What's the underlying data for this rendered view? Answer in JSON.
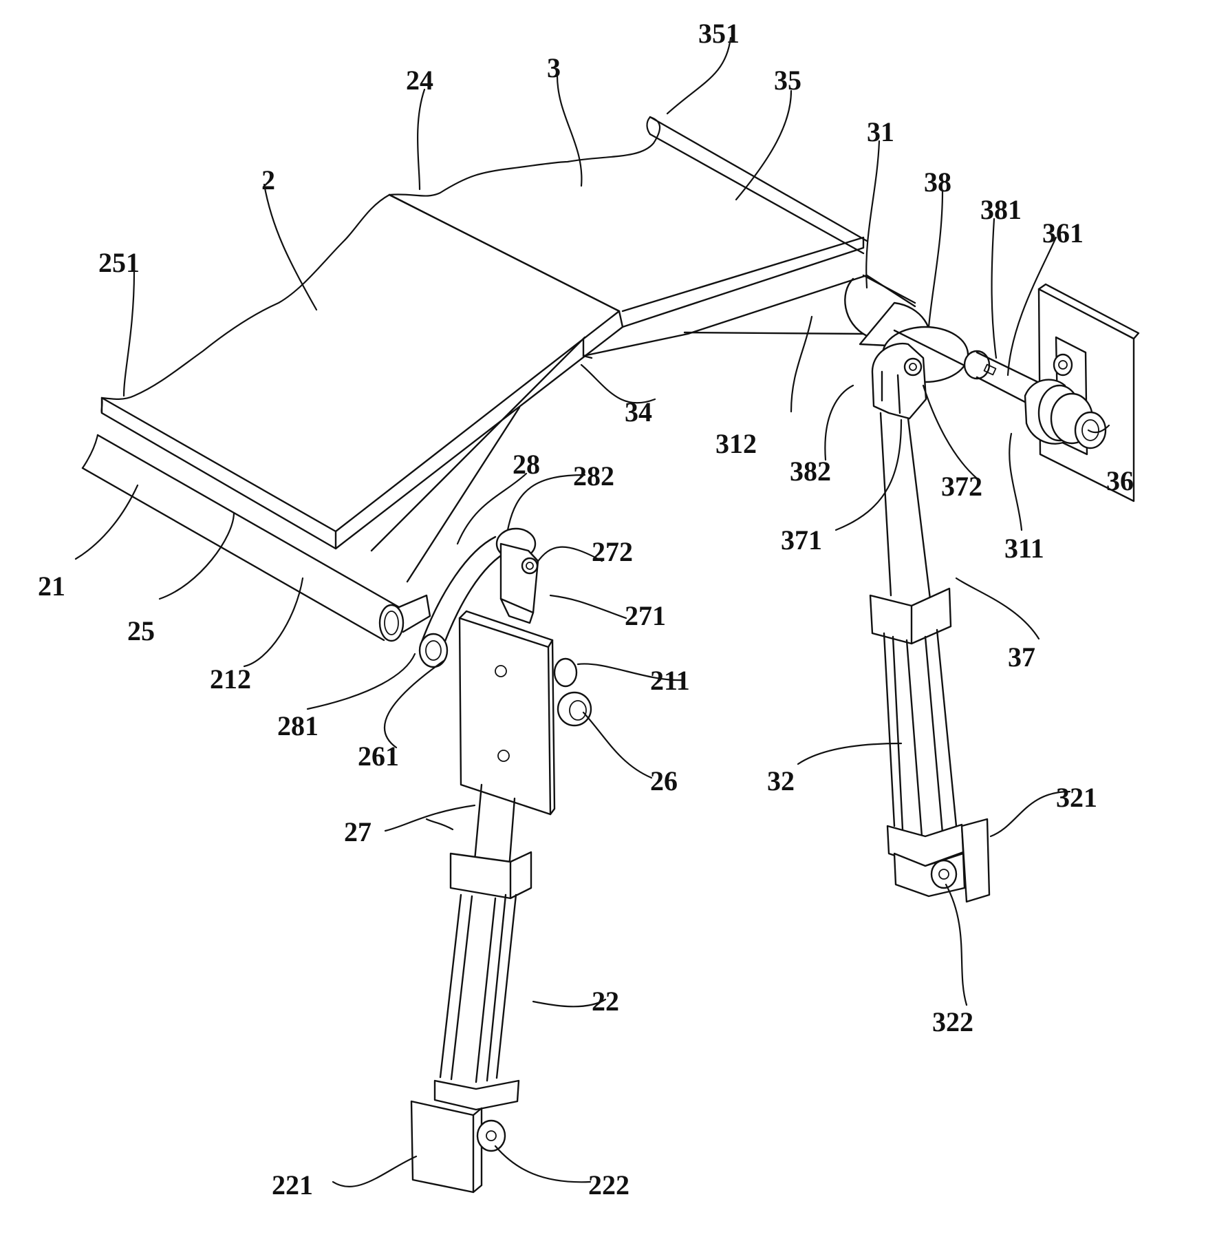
{
  "figure": {
    "labels": {
      "l_2": "2",
      "l_3": "3",
      "l_21": "21",
      "l_22": "22",
      "l_24": "24",
      "l_25": "25",
      "l_26": "26",
      "l_27": "27",
      "l_28": "28",
      "l_31": "31",
      "l_32": "32",
      "l_34": "34",
      "l_35": "35",
      "l_36": "36",
      "l_37": "37",
      "l_38": "38",
      "l_211": "211",
      "l_212": "212",
      "l_221": "221",
      "l_222": "222",
      "l_251": "251",
      "l_261": "261",
      "l_271": "271",
      "l_272": "272",
      "l_281": "281",
      "l_282": "282",
      "l_311": "311",
      "l_312": "312",
      "l_321": "321",
      "l_322": "322",
      "l_351": "351",
      "l_361": "361",
      "l_371": "371",
      "l_372": "372",
      "l_381": "381",
      "l_382": "382"
    }
  }
}
